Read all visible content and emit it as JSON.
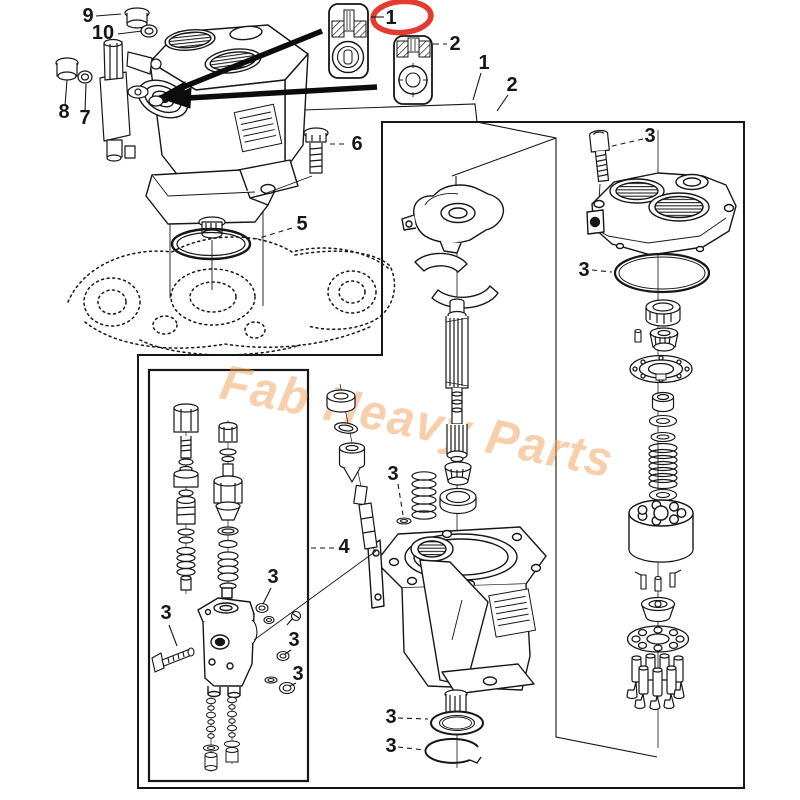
{
  "diagram": {
    "watermark_text": "Fab Heavy Parts",
    "watermark_color": "#F2A05C",
    "highlight_color": "#E23B30",
    "line_color": "#161616"
  },
  "labels": {
    "item1": "1",
    "item2": "2",
    "item3": "3",
    "item4": "4",
    "item5": "5",
    "item6": "6",
    "item7": "7",
    "item8": "8",
    "item9": "9",
    "item10": "10"
  }
}
